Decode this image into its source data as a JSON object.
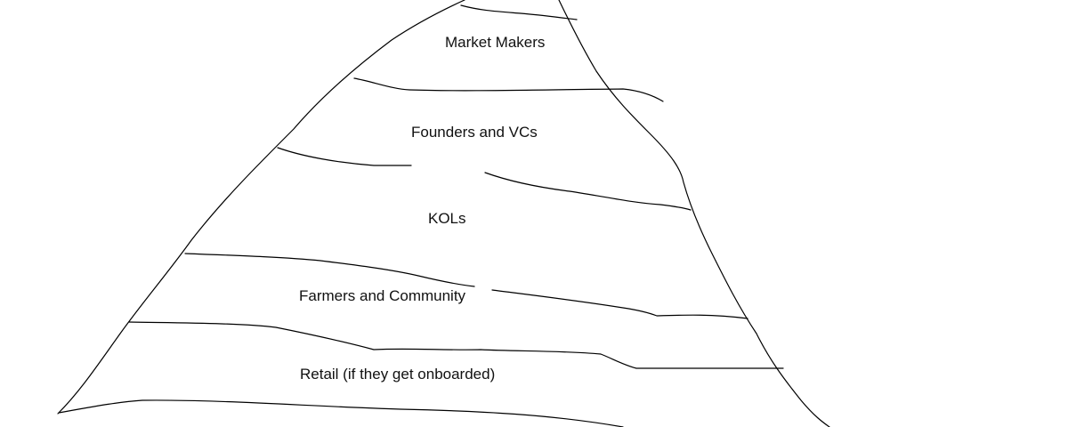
{
  "pyramid": {
    "tiers": [
      {
        "label": "Market Makers"
      },
      {
        "label": "Founders and VCs"
      },
      {
        "label": "KOLs"
      },
      {
        "label": "Farmers and Community"
      },
      {
        "label": "Retail (if they get onboarded)"
      }
    ]
  },
  "colors": {
    "stroke": "#000000",
    "background": "#ffffff",
    "text": "#111111"
  }
}
